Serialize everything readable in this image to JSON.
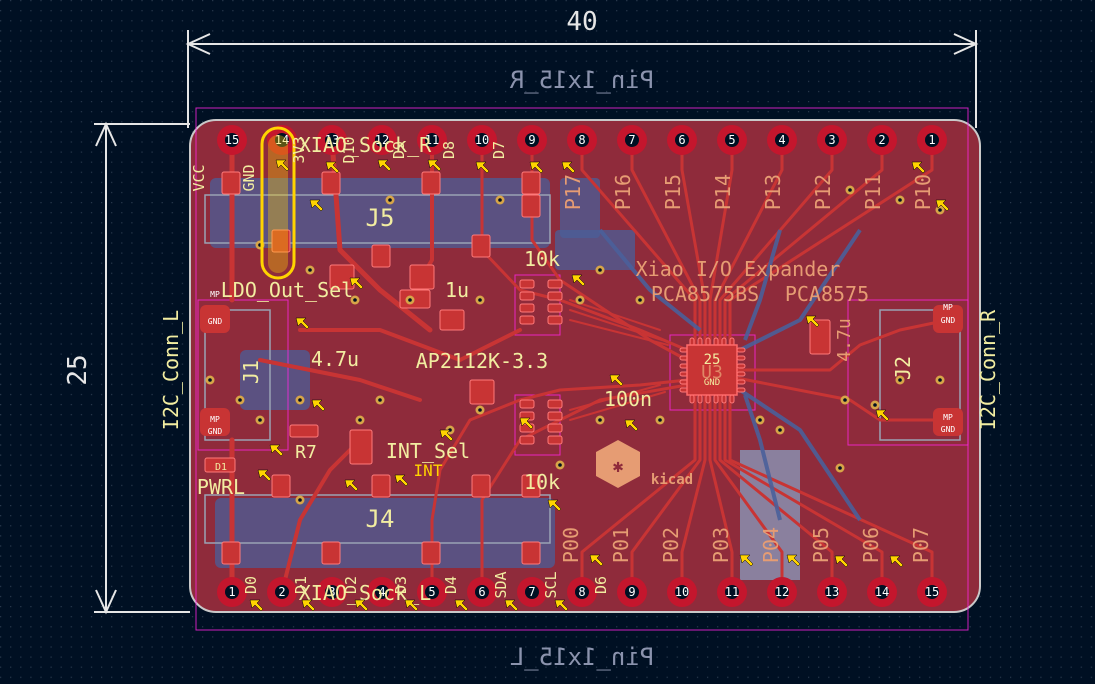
{
  "view": {
    "background": "#001023",
    "grid_color": "#2a3a4e",
    "board_color": "#8f2b3b",
    "board_edge_color": "#c9c9c9",
    "copper_color": "#c83434",
    "back_copper_color": "#4a5f9a",
    "pad_ring_color": "#c4162d",
    "silk_front_color": "#f2eda1",
    "silk_back_color": "#e69c73",
    "fab_color": "#9aa3b4",
    "courtyard_color": "#ff26e2",
    "marker_color": "#ffd400"
  },
  "dimensions": {
    "width_label": "40",
    "height_label": "25"
  },
  "connectors": {
    "top_ref": "Pin_1x15_R",
    "bottom_ref": "Pin_1x15_L",
    "top_pins": [
      "15",
      "14",
      "13",
      "12",
      "11",
      "10",
      "9",
      "8",
      "7",
      "6",
      "5",
      "4",
      "3",
      "2",
      "1"
    ],
    "bottom_pins": [
      "1",
      "2",
      "3",
      "4",
      "5",
      "6",
      "7",
      "8",
      "9",
      "10",
      "11",
      "12",
      "13",
      "14",
      "15"
    ],
    "top_nets_left": [
      "VCC",
      "GND",
      "3V3",
      "D10",
      "D9",
      "D8",
      "D7"
    ],
    "top_nets_right": [
      "P17",
      "P16",
      "P15",
      "P14",
      "P13",
      "P12",
      "P11",
      "P10"
    ],
    "bottom_nets_left": [
      "D0",
      "D1",
      "D2",
      "D3",
      "D4",
      "SDA",
      "SCL",
      "D6"
    ],
    "bottom_nets_right": [
      "P00",
      "P01",
      "P02",
      "P03",
      "P04",
      "P05",
      "P06",
      "P07"
    ]
  },
  "labels": {
    "xiao_top": "XIAO_Sock_R",
    "xiao_bottom": "XIAO_Sock_L",
    "j5": "J5",
    "j4": "J4",
    "j1": "J1",
    "j2": "J2",
    "conn_left": "I2C_Conn_L",
    "conn_right": "I2C_Conn_R",
    "ldo_sel": "LDO_Out_Sel",
    "ldo_part": "AP2112K-3.3",
    "cap_1u": "1u",
    "cap_4u7": "4.7u",
    "cap_4u7_r": "4.7u",
    "cap_100n": "100n",
    "res_10k_top": "10k",
    "res_10k_bottom": "10k",
    "r7": "R7",
    "d1": "D1",
    "pwrl": "PWRL",
    "int_sel": "INT_Sel",
    "int": "INT",
    "title_line1": "Xiao I/O Expander",
    "title_line2": "PCA8575BS",
    "title_line3": "PCA8575",
    "ic_ref": "U3",
    "ic_pin": "25",
    "ic_net": "GND",
    "gnd": "GND",
    "mp": "MP",
    "kicad_logo": "kicad"
  }
}
